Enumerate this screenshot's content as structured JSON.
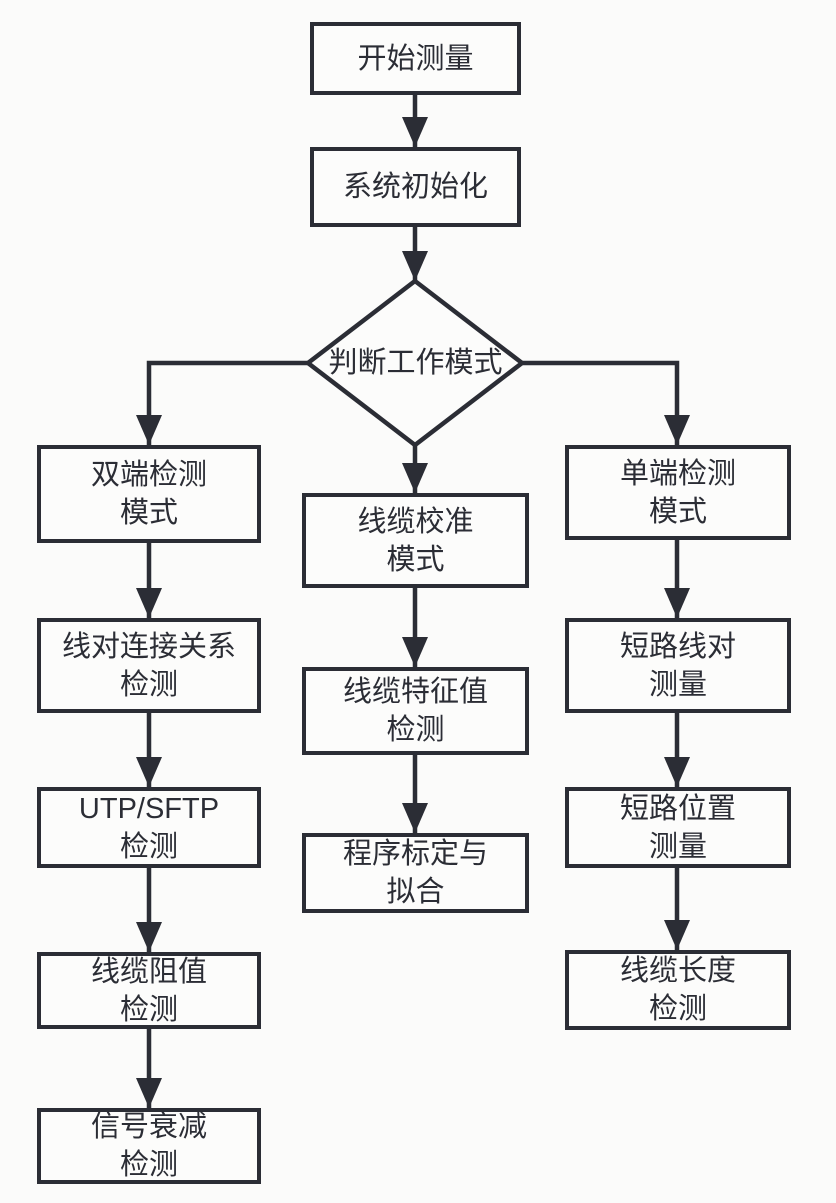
{
  "figure": {
    "type": "flowchart",
    "background_color": "#fbfbfa",
    "line_color": "#2b2d35",
    "text_color": "#2b2d35"
  },
  "nodes": {
    "start": {
      "label": "开始测量",
      "shape": "rect"
    },
    "system_init": {
      "label": "系统初始化",
      "shape": "rect"
    },
    "decision": {
      "label": "判断工作模式",
      "shape": "diamond"
    },
    "dual_end_mode": {
      "label": "双端检测\n模式",
      "shape": "rect"
    },
    "pair_connection": {
      "label": "线对连接关系\n检测",
      "shape": "rect"
    },
    "utp_sftp": {
      "label": "UTP/SFTP\n检测",
      "shape": "rect"
    },
    "cable_resistance": {
      "label": "线缆阻值\n检测",
      "shape": "rect"
    },
    "signal_attenuation": {
      "label": "信号衰减\n检测",
      "shape": "rect"
    },
    "calibration_mode": {
      "label": "线缆校准\n模式",
      "shape": "rect"
    },
    "cable_characteristic": {
      "label": "线缆特征值\n检测",
      "shape": "rect"
    },
    "program_calibration": {
      "label": "程序标定与\n拟合",
      "shape": "rect"
    },
    "single_end_mode": {
      "label": "单端检测\n模式",
      "shape": "rect"
    },
    "short_pair": {
      "label": "短路线对\n测量",
      "shape": "rect"
    },
    "short_position": {
      "label": "短路位置\n测量",
      "shape": "rect"
    },
    "cable_length": {
      "label": "线缆长度\n检测",
      "shape": "rect"
    }
  },
  "edges": [
    {
      "from": "start",
      "to": "system_init"
    },
    {
      "from": "system_init",
      "to": "decision"
    },
    {
      "from": "decision",
      "to": "dual_end_mode"
    },
    {
      "from": "decision",
      "to": "calibration_mode"
    },
    {
      "from": "decision",
      "to": "single_end_mode"
    },
    {
      "from": "dual_end_mode",
      "to": "pair_connection"
    },
    {
      "from": "pair_connection",
      "to": "utp_sftp"
    },
    {
      "from": "utp_sftp",
      "to": "cable_resistance"
    },
    {
      "from": "cable_resistance",
      "to": "signal_attenuation"
    },
    {
      "from": "calibration_mode",
      "to": "cable_characteristic"
    },
    {
      "from": "cable_characteristic",
      "to": "program_calibration"
    },
    {
      "from": "single_end_mode",
      "to": "short_pair"
    },
    {
      "from": "short_pair",
      "to": "short_position"
    },
    {
      "from": "short_position",
      "to": "cable_length"
    }
  ]
}
